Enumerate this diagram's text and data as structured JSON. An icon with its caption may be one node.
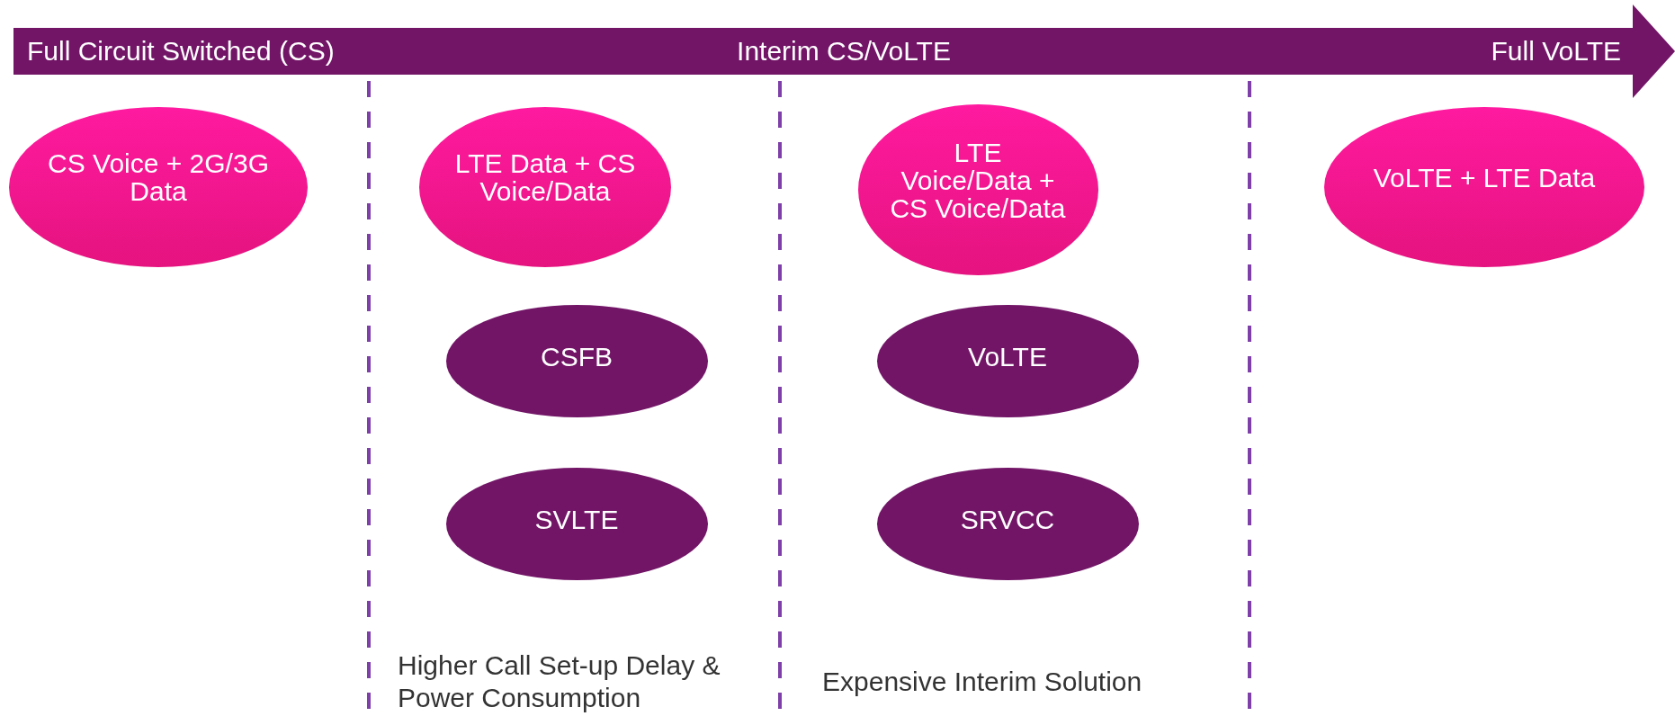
{
  "diagram": {
    "nodes": [
      {
        "text": [
          "Full Circuit Switched (CS)",
          "Interim CS/VoLTE",
          "Full VoLTE"
        ]
      },
      {
        "text": [
          "CS Voice + 2G/3G Data"
        ]
      },
      {
        "text": [
          "LTE Data + CS Voice/Data"
        ]
      },
      {
        "text": [
          "LTE Voice/Data + CS Voice/Data"
        ]
      },
      {
        "text": [
          "VoLTE + LTE Data"
        ]
      },
      {
        "text": [
          "CSFB"
        ]
      },
      {
        "text": [
          "VoLTE"
        ]
      },
      {
        "text": [
          "SVLTE"
        ]
      },
      {
        "text": [
          "SRVCC"
        ]
      }
    ],
    "labels": [
      "Higher Call Set-up Delay & Power Consumption",
      "Expensive Interim Solution"
    ]
  }
}
